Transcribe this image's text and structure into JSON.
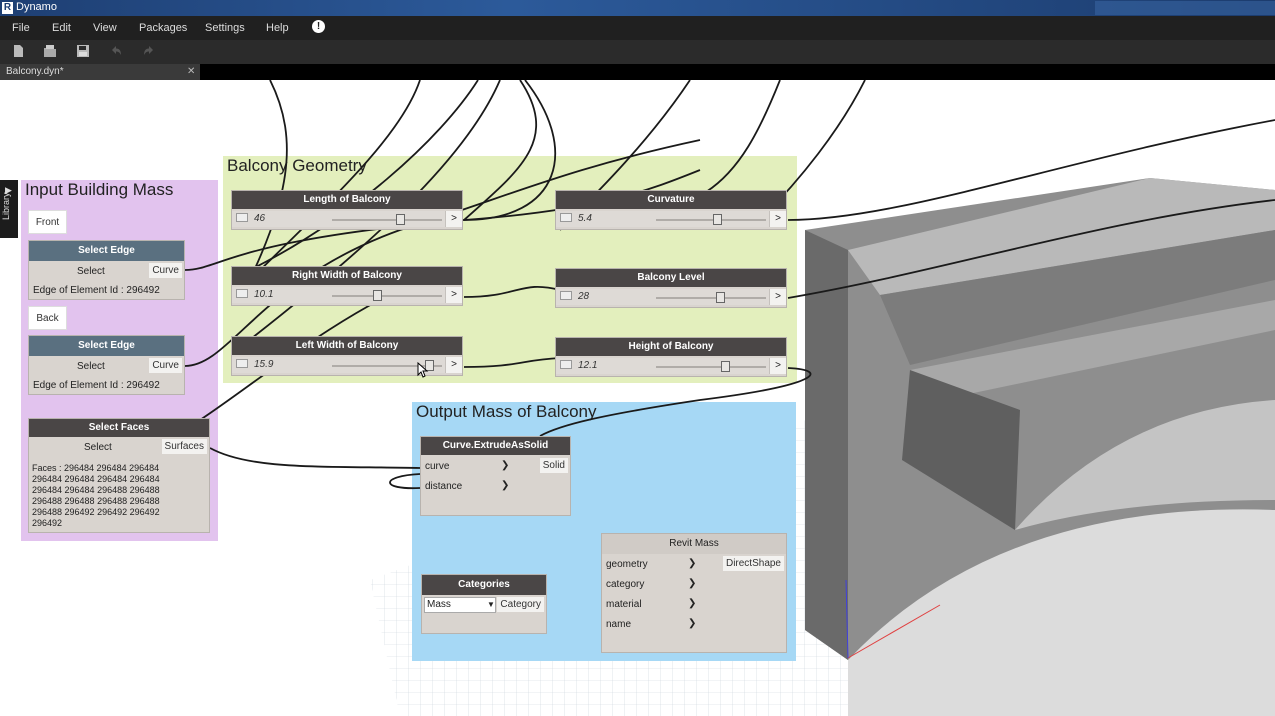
{
  "window": {
    "title": "Dynamo",
    "app_icon": "revit-r-icon",
    "app_letter": "R"
  },
  "menu": {
    "file": "File",
    "edit": "Edit",
    "view": "View",
    "packages": "Packages",
    "settings": "Settings",
    "help": "Help",
    "notice_glyph": "!"
  },
  "toolbar": {
    "icons": [
      "new-file-icon",
      "open-folder-icon",
      "save-icon",
      "undo-icon",
      "redo-icon"
    ]
  },
  "tab": {
    "label": "Balcony.dyn*",
    "close": "✕"
  },
  "library": {
    "label": "Library",
    "arrow": "▶"
  },
  "groups": {
    "input": {
      "title": "Input Building Mass",
      "color": "#e2c3ee"
    },
    "balcony": {
      "title": "Balcony Geometry",
      "color": "#e3efbd"
    },
    "output": {
      "title": "Output Mass of Balcony",
      "color": "#a6d8f5"
    }
  },
  "input_nodes": {
    "front_button": "Front",
    "back_button": "Back",
    "edge1": {
      "title": "Select Edge",
      "select": "Select",
      "output": "Curve",
      "info": "Edge of Element Id : 296492"
    },
    "edge2": {
      "title": "Select Edge",
      "select": "Select",
      "output": "Curve",
      "info": "Edge of Element Id : 296492"
    },
    "faces": {
      "title": "Select Faces",
      "select": "Select",
      "output": "Surfaces",
      "info": "Faces : 296484 296484 296484\n296484 296484 296484 296484\n296484 296484 296488 296488\n296488 296488 296488 296488\n296488 296492 296492 296492\n296492"
    }
  },
  "sliders": {
    "length": {
      "title": "Length of Balcony",
      "value": "46",
      "fraction": 0.62
    },
    "right_width": {
      "title": "Right Width of Balcony",
      "value": "10.1",
      "fraction": 0.4
    },
    "left_width": {
      "title": "Left Width of Balcony",
      "value": "15.9",
      "fraction": 0.9
    },
    "curvature": {
      "title": "Curvature",
      "value": "5.4",
      "fraction": 0.55
    },
    "level": {
      "title": "Balcony Level",
      "value": "28",
      "fraction": 0.58
    },
    "height": {
      "title": "Height of Balcony",
      "value": "12.1",
      "fraction": 0.63
    },
    "out_glyph": ">"
  },
  "extrude": {
    "title": "Curve.ExtrudeAsSolid",
    "in1": "curve",
    "in2": "distance",
    "output": "Solid"
  },
  "categories": {
    "title": "Categories",
    "selected": "Mass",
    "output": "Category"
  },
  "revit_mass": {
    "title": "Revit Mass",
    "inputs": [
      "geometry",
      "category",
      "material",
      "name"
    ],
    "output": "DirectShape"
  }
}
